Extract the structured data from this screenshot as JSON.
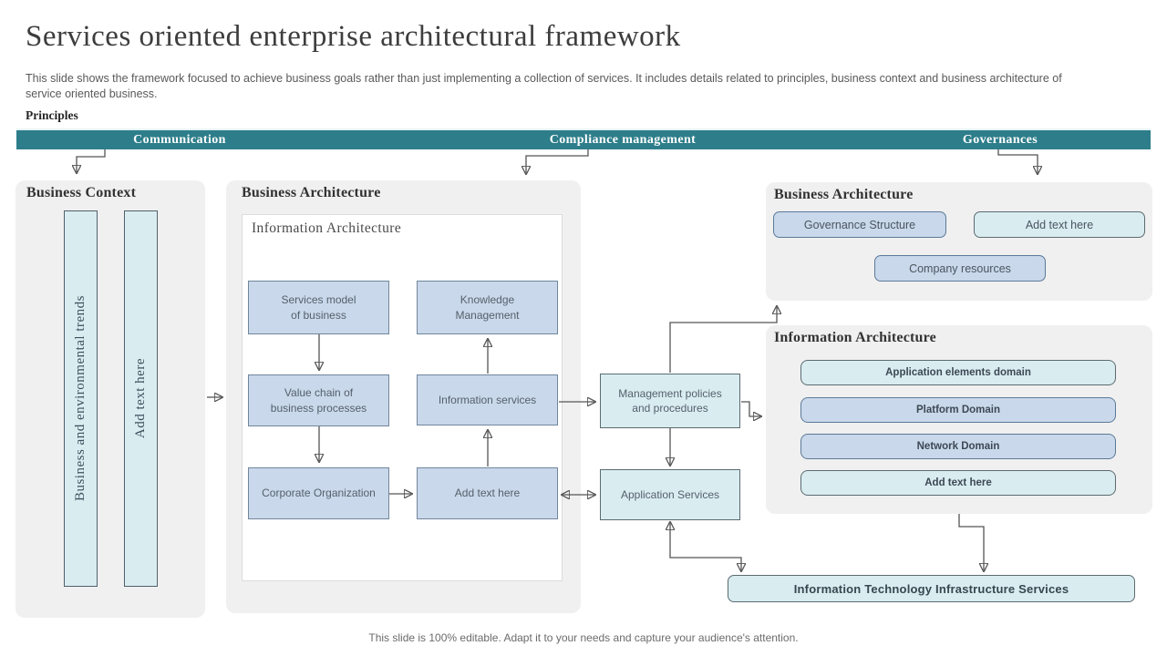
{
  "title": "Services oriented enterprise architectural framework",
  "subtitle": "This slide shows the framework focused to achieve business goals rather than just implementing a collection of services. It includes details related to principles, business context and business architecture of service oriented business.",
  "principles": {
    "label": "Principles",
    "items": [
      "Communication",
      "Compliance management",
      "Governances"
    ]
  },
  "business_context": {
    "title": "Business Context",
    "bars": [
      "Business and environmental trends",
      "Add text here"
    ]
  },
  "business_architecture_center": {
    "title": "Business Architecture",
    "inner_title": "Information Architecture",
    "boxes": {
      "services_model": "Services  model\nof business",
      "knowledge": "Knowledge\nManagement",
      "value_chain": "Value chain of\nbusiness processes",
      "info_services": "Information  services",
      "corporate": "Corporate  Organization",
      "add_text": "Add text here"
    }
  },
  "flow": {
    "management_policies": "Management  policies\nand procedures",
    "application_services": "Application Services"
  },
  "business_architecture_right": {
    "title": "Business Architecture",
    "pills": [
      "Governance Structure",
      "Add text here",
      "Company resources"
    ]
  },
  "information_architecture_right": {
    "title": "Information Architecture",
    "pills": [
      "Application elements domain",
      "Platform Domain",
      "Network Domain",
      "Add text here"
    ]
  },
  "infrastructure_bar": "Information Technology Infrastructure  Services",
  "footer": "This slide is 100% editable. Adapt it to your needs and capture your audience's attention.",
  "colors": {
    "teal": "#2d7e8a",
    "light_teal": "#d9edf1",
    "blue_gray": "#c9d8ea",
    "panel_gray": "#f0f0f0",
    "connector": "#555555"
  }
}
